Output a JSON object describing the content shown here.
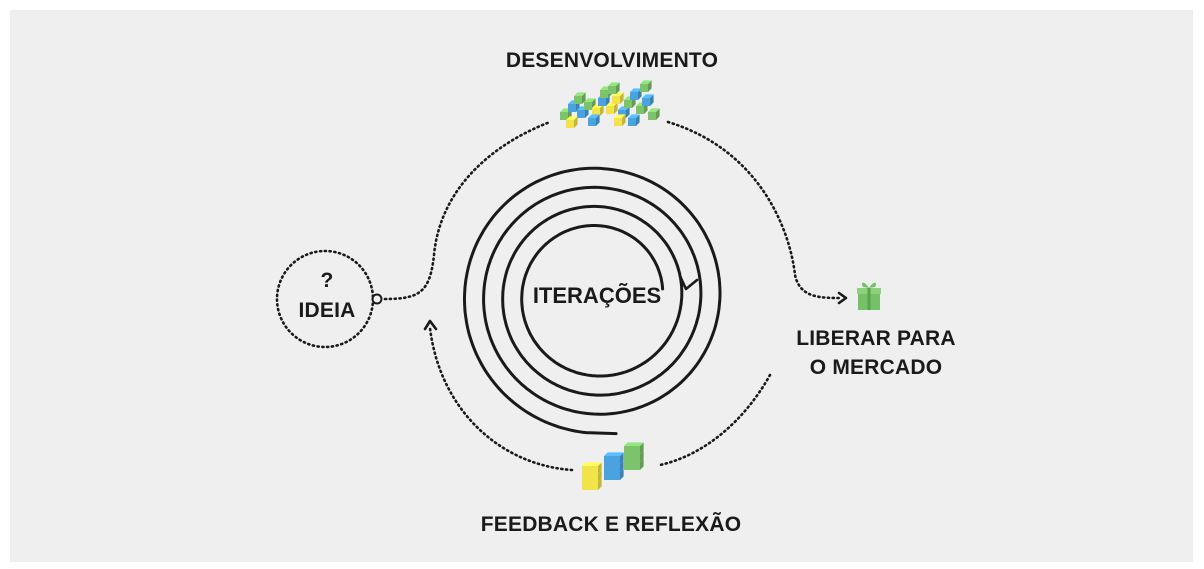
{
  "labels": {
    "top": "DESENVOLVIMENTO",
    "center": "ITERAÇÕES",
    "idea_mark": "?",
    "idea": "IDEIA",
    "release_line1": "LIBERAR PARA",
    "release_line2": "O MERCADO",
    "bottom": "FEEDBACK E REFLEXÃO"
  },
  "icons": {
    "development": "colorful-cubes-icon",
    "feedback": "cube-stack-icon",
    "release": "gift-icon"
  },
  "colors": {
    "background": "#efefef",
    "line": "#1a1a1a",
    "cube_green": "#7dc36b",
    "cube_blue": "#4aa3df",
    "cube_yellow": "#f2e34a",
    "gift": "#77c06a"
  }
}
